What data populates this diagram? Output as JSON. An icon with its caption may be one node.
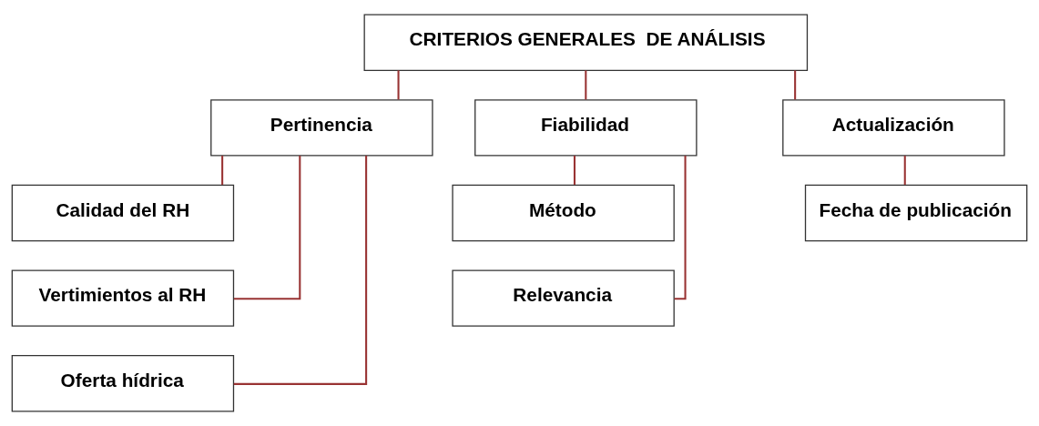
{
  "diagram": {
    "nodes": [
      {
        "text": [
          "CRITERIOS GENERALES  DE ANÁLISIS"
        ]
      },
      {
        "text": [
          "Pertinencia"
        ]
      },
      {
        "text": [
          "Fiabilidad"
        ]
      },
      {
        "text": [
          "Actualización"
        ]
      },
      {
        "text": [
          "Calidad del RH"
        ]
      },
      {
        "text": [
          "Vertimientos al RH"
        ]
      },
      {
        "text": [
          "Oferta hídrica"
        ]
      },
      {
        "text": [
          "Método"
        ]
      },
      {
        "text": [
          "Relevancia"
        ]
      },
      {
        "text": [
          "Fecha de publicación"
        ]
      }
    ],
    "edges": [
      {
        "from": 0,
        "to": 1,
        "arrow": "none"
      },
      {
        "from": 0,
        "to": 2,
        "arrow": "none"
      },
      {
        "from": 0,
        "to": 3,
        "arrow": "none"
      },
      {
        "from": 1,
        "to": 4,
        "arrow": "none"
      },
      {
        "from": 1,
        "to": 5,
        "arrow": "none"
      },
      {
        "from": 1,
        "to": 6,
        "arrow": "none"
      },
      {
        "from": 2,
        "to": 7,
        "arrow": "none"
      },
      {
        "from": 2,
        "to": 8,
        "arrow": "none"
      },
      {
        "from": 3,
        "to": 9,
        "arrow": "none"
      }
    ]
  }
}
